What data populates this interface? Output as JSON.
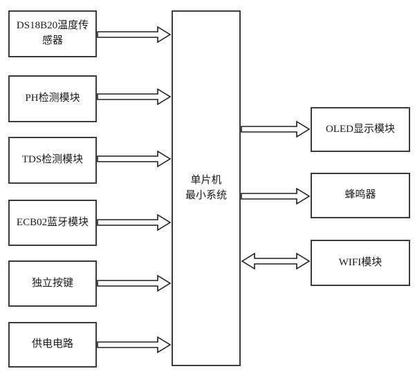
{
  "diagram": {
    "background_color": "#ffffff",
    "line_color": "#1f1f1f",
    "center_node": {
      "id": "mcu",
      "label": "单片机\n最小系统"
    },
    "left_nodes": [
      {
        "id": "ds18b20",
        "label": "DS18B20温度传感器"
      },
      {
        "id": "ph",
        "label": "PH检测模块"
      },
      {
        "id": "tds",
        "label": "TDS检测模块"
      },
      {
        "id": "ecb02",
        "label": "ECB02蓝牙模块"
      },
      {
        "id": "button",
        "label": "独立按键"
      },
      {
        "id": "power",
        "label": "供电电路"
      }
    ],
    "right_nodes": [
      {
        "id": "oled",
        "label": "OLED显示模块"
      },
      {
        "id": "buzzer",
        "label": "蜂鸣器"
      },
      {
        "id": "wifi",
        "label": "WIFI模块"
      }
    ],
    "connections": [
      {
        "from": "DS18B20温度传感器",
        "to": "单片机最小系统",
        "direction": "unidirectional"
      },
      {
        "from": "PH检测模块",
        "to": "单片机最小系统",
        "direction": "unidirectional"
      },
      {
        "from": "TDS检测模块",
        "to": "单片机最小系统",
        "direction": "unidirectional"
      },
      {
        "from": "ECB02蓝牙模块",
        "to": "单片机最小系统",
        "direction": "unidirectional"
      },
      {
        "from": "独立按键",
        "to": "单片机最小系统",
        "direction": "unidirectional"
      },
      {
        "from": "供电电路",
        "to": "单片机最小系统",
        "direction": "unidirectional"
      },
      {
        "from": "单片机最小系统",
        "to": "OLED显示模块",
        "direction": "unidirectional"
      },
      {
        "from": "单片机最小系统",
        "to": "蜂鸣器",
        "direction": "unidirectional"
      },
      {
        "from": "单片机最小系统",
        "to": "WIFI模块",
        "direction": "bidirectional"
      }
    ]
  }
}
